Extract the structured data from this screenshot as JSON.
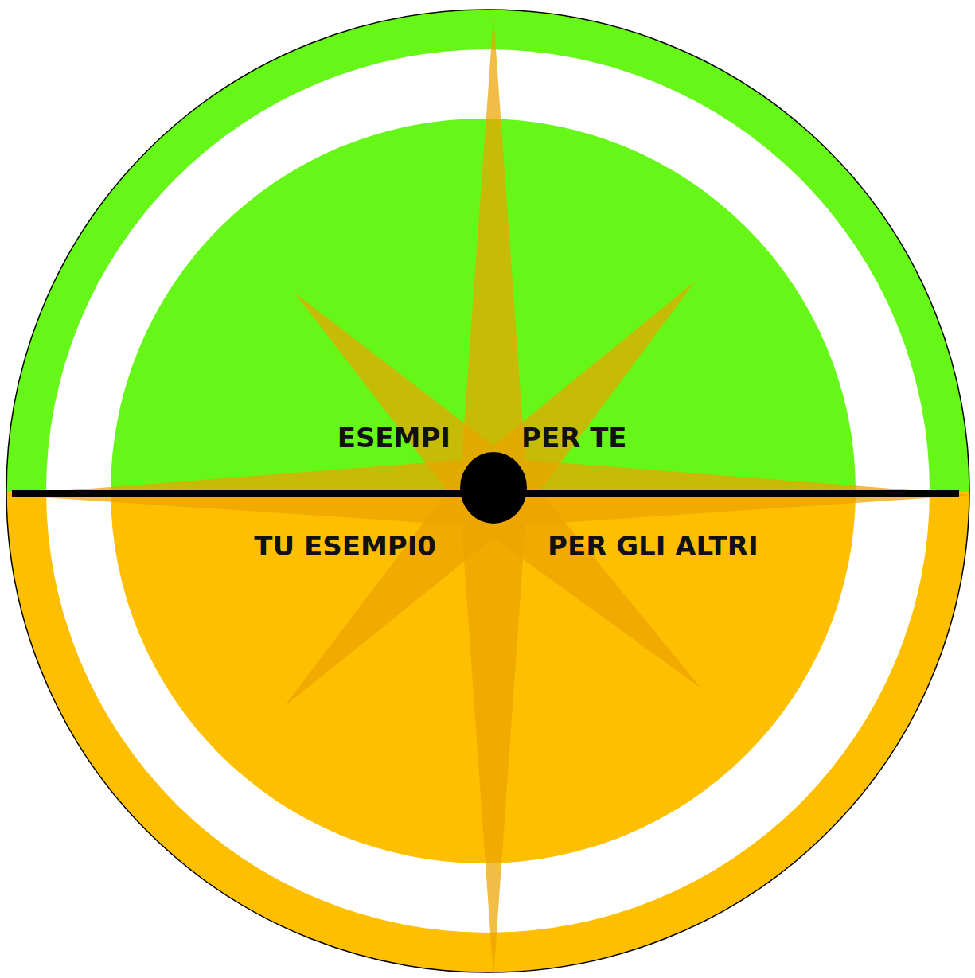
{
  "diagram": {
    "labels": [
      "ESEMPI",
      "PER TE",
      "TU ESEMPI0",
      "PER GLI ALTRI"
    ]
  }
}
